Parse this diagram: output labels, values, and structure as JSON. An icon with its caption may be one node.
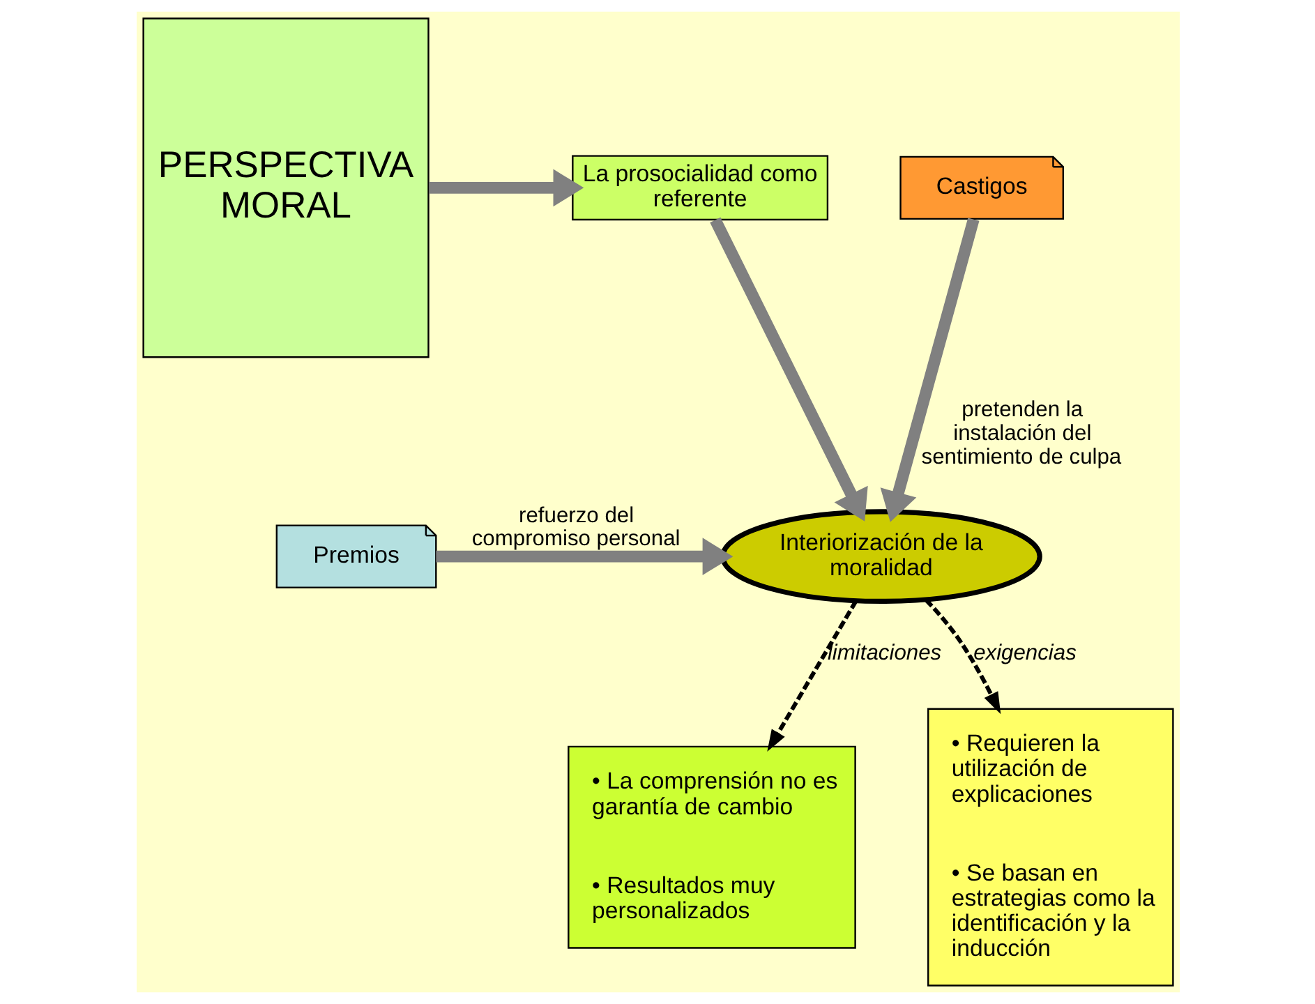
{
  "diagram": {
    "nodes": [
      {
        "text": [
          "PERSPECTIVA MORAL"
        ]
      },
      {
        "text": [
          "La prosocialidad como referente"
        ]
      },
      {
        "text": [
          "Interiorización de la moralidad"
        ]
      },
      {
        "text": [
          "Premios"
        ]
      },
      {
        "text": [
          "Castigos"
        ]
      },
      {
        "text": [
          "• La comprensión no es garantía de cambio",
          "• Resultados muy personalizados"
        ]
      },
      {
        "text": [
          "• Requieren la utilización de explicaciones",
          "• Se basan en estrategias como la identificación y la inducción"
        ]
      }
    ],
    "edges": [
      {
        "from": 0,
        "to": 1,
        "arrow": "to"
      },
      {
        "from": 1,
        "to": 2,
        "arrow": "to"
      },
      {
        "from": 3,
        "to": 2,
        "arrow": "to",
        "label": "refuerzo del compromiso personal"
      },
      {
        "from": 4,
        "to": 2,
        "arrow": "to",
        "label": "pretenden la instalación del sentimiento de culpa"
      },
      {
        "from": 2,
        "to": 5,
        "arrow": "to",
        "style": "dashed",
        "color": "#000000",
        "label": "limitaciones"
      },
      {
        "from": 2,
        "to": 6,
        "arrow": "to",
        "style": "dashed",
        "color": "#000000",
        "label": "exigencias"
      }
    ]
  }
}
